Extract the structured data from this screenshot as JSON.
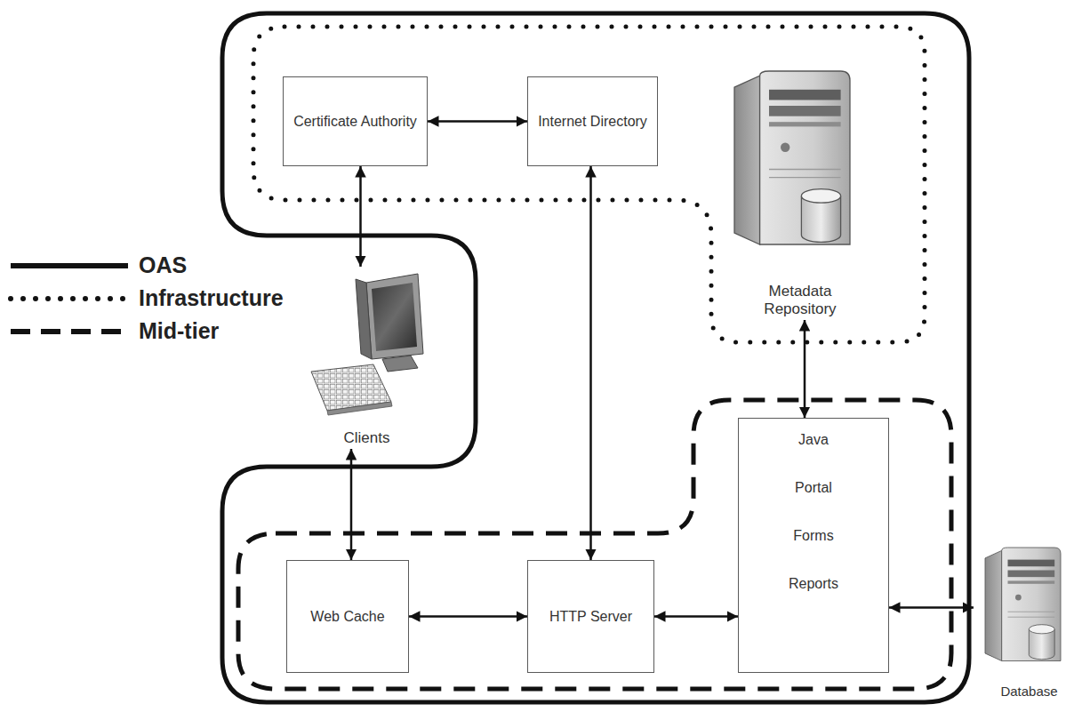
{
  "diagram": {
    "nodes": [
      {
        "text": [
          "Certificate Authority"
        ]
      },
      {
        "text": [
          "Internet Directory"
        ]
      },
      {
        "text": [
          "Metadata Repository"
        ]
      },
      {
        "text": [
          "Clients"
        ]
      },
      {
        "text": [
          "Web Cache"
        ]
      },
      {
        "text": [
          "HTTP Server"
        ]
      },
      {
        "text": [
          "Java",
          "Portal",
          "Forms",
          "Reports"
        ]
      },
      {
        "text": [
          "Database"
        ]
      }
    ],
    "edges": [
      {
        "from": 0,
        "to": 1,
        "arrow": "both"
      },
      {
        "from": 0,
        "to": 3,
        "arrow": "both"
      },
      {
        "from": 1,
        "to": 5,
        "arrow": "both"
      },
      {
        "from": 2,
        "to": 6,
        "arrow": "both"
      },
      {
        "from": 3,
        "to": 4,
        "arrow": "both"
      },
      {
        "from": 4,
        "to": 5,
        "arrow": "both"
      },
      {
        "from": 5,
        "to": 6,
        "arrow": "both"
      },
      {
        "from": 6,
        "to": 7,
        "arrow": "both"
      }
    ],
    "legend": [
      {
        "text": "OAS"
      },
      {
        "text": "Infrastructure"
      },
      {
        "text": "Mid-tier"
      }
    ]
  }
}
